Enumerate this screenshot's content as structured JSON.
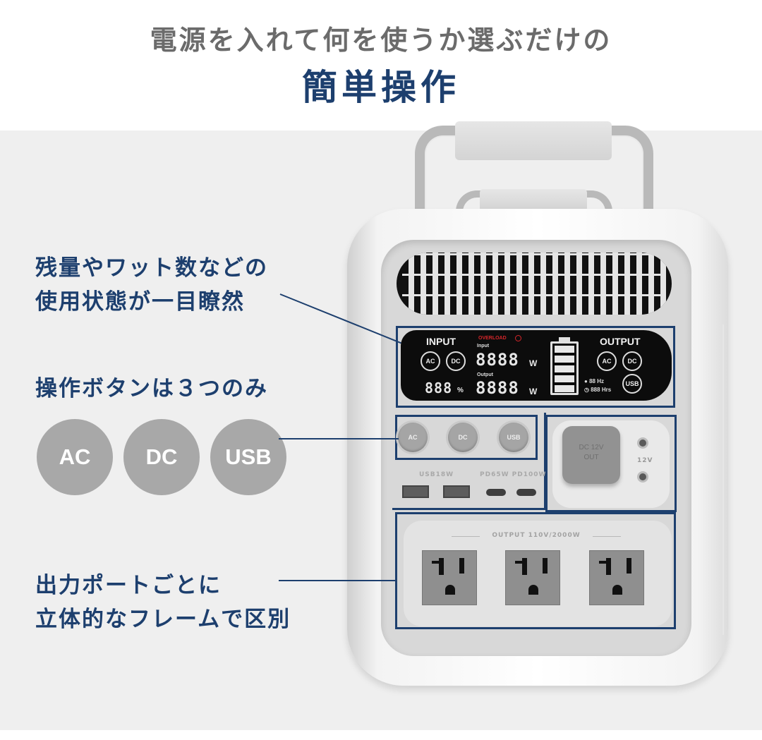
{
  "header": {
    "subtitle": "電源を入れて何を使うか選ぶだけの",
    "title": "簡単操作"
  },
  "callouts": [
    {
      "lines": [
        "残量やワット数などの",
        "使用状態が一目瞭然"
      ]
    },
    {
      "lines": [
        "操作ボタンは３つのみ"
      ]
    },
    {
      "lines": [
        "出力ポートごとに",
        "立体的なフレームで区別"
      ]
    }
  ],
  "big_buttons": [
    "AC",
    "DC",
    "USB"
  ],
  "lcd": {
    "input_label": "INPUT",
    "output_label": "OUTPUT",
    "input_rings": [
      "AC",
      "DC"
    ],
    "output_rings": [
      "AC",
      "DC",
      "USB"
    ],
    "overload": "OVERLOAD",
    "input_small": "Input",
    "output_small": "Output",
    "input_watts": "8888",
    "output_watts": "8888",
    "watt_unit": "W",
    "percent": "888",
    "percent_unit": "%",
    "hz_value": "88",
    "hz_unit": "Hz",
    "hrs_value": "888",
    "hrs_unit": "Hrs"
  },
  "panel_buttons": [
    "AC",
    "DC",
    "USB"
  ],
  "ports": {
    "usb_label": "USB18W",
    "pd_label": "PD65W PD100W",
    "dc_cap": [
      "DC 12V",
      "OUT"
    ],
    "dc_jack_label": "12V",
    "ac_label": "OUTPUT 110V/2000W",
    "outlet_count": 3
  },
  "colors": {
    "accent": "#1d3f6e",
    "subtitle_gray": "#6b6b6b",
    "button_gray": "#a8a8a8",
    "background": "#efefef"
  }
}
